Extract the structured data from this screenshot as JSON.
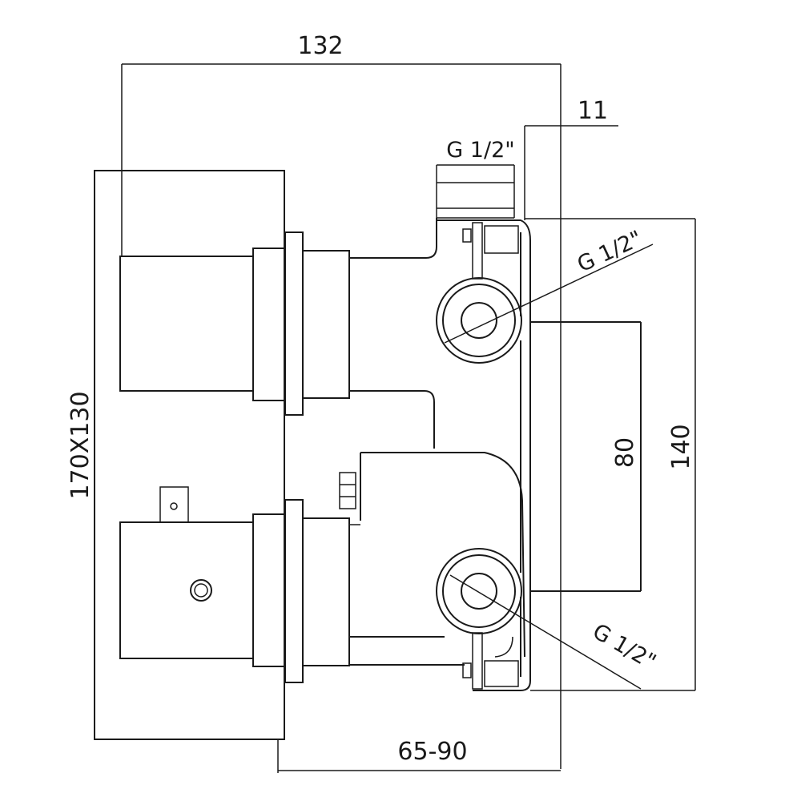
{
  "dimensions": {
    "overall_width": "132",
    "flange": "11",
    "plate": "170X130",
    "centers": "80",
    "total_height": "140",
    "depth": "65-90"
  },
  "threads": {
    "top": "G 1/2\"",
    "upper_right": "G 1/2\"",
    "lower_right": "G 1/2\""
  },
  "colors": {
    "line": "#1a1a1a",
    "background": "#ffffff"
  }
}
